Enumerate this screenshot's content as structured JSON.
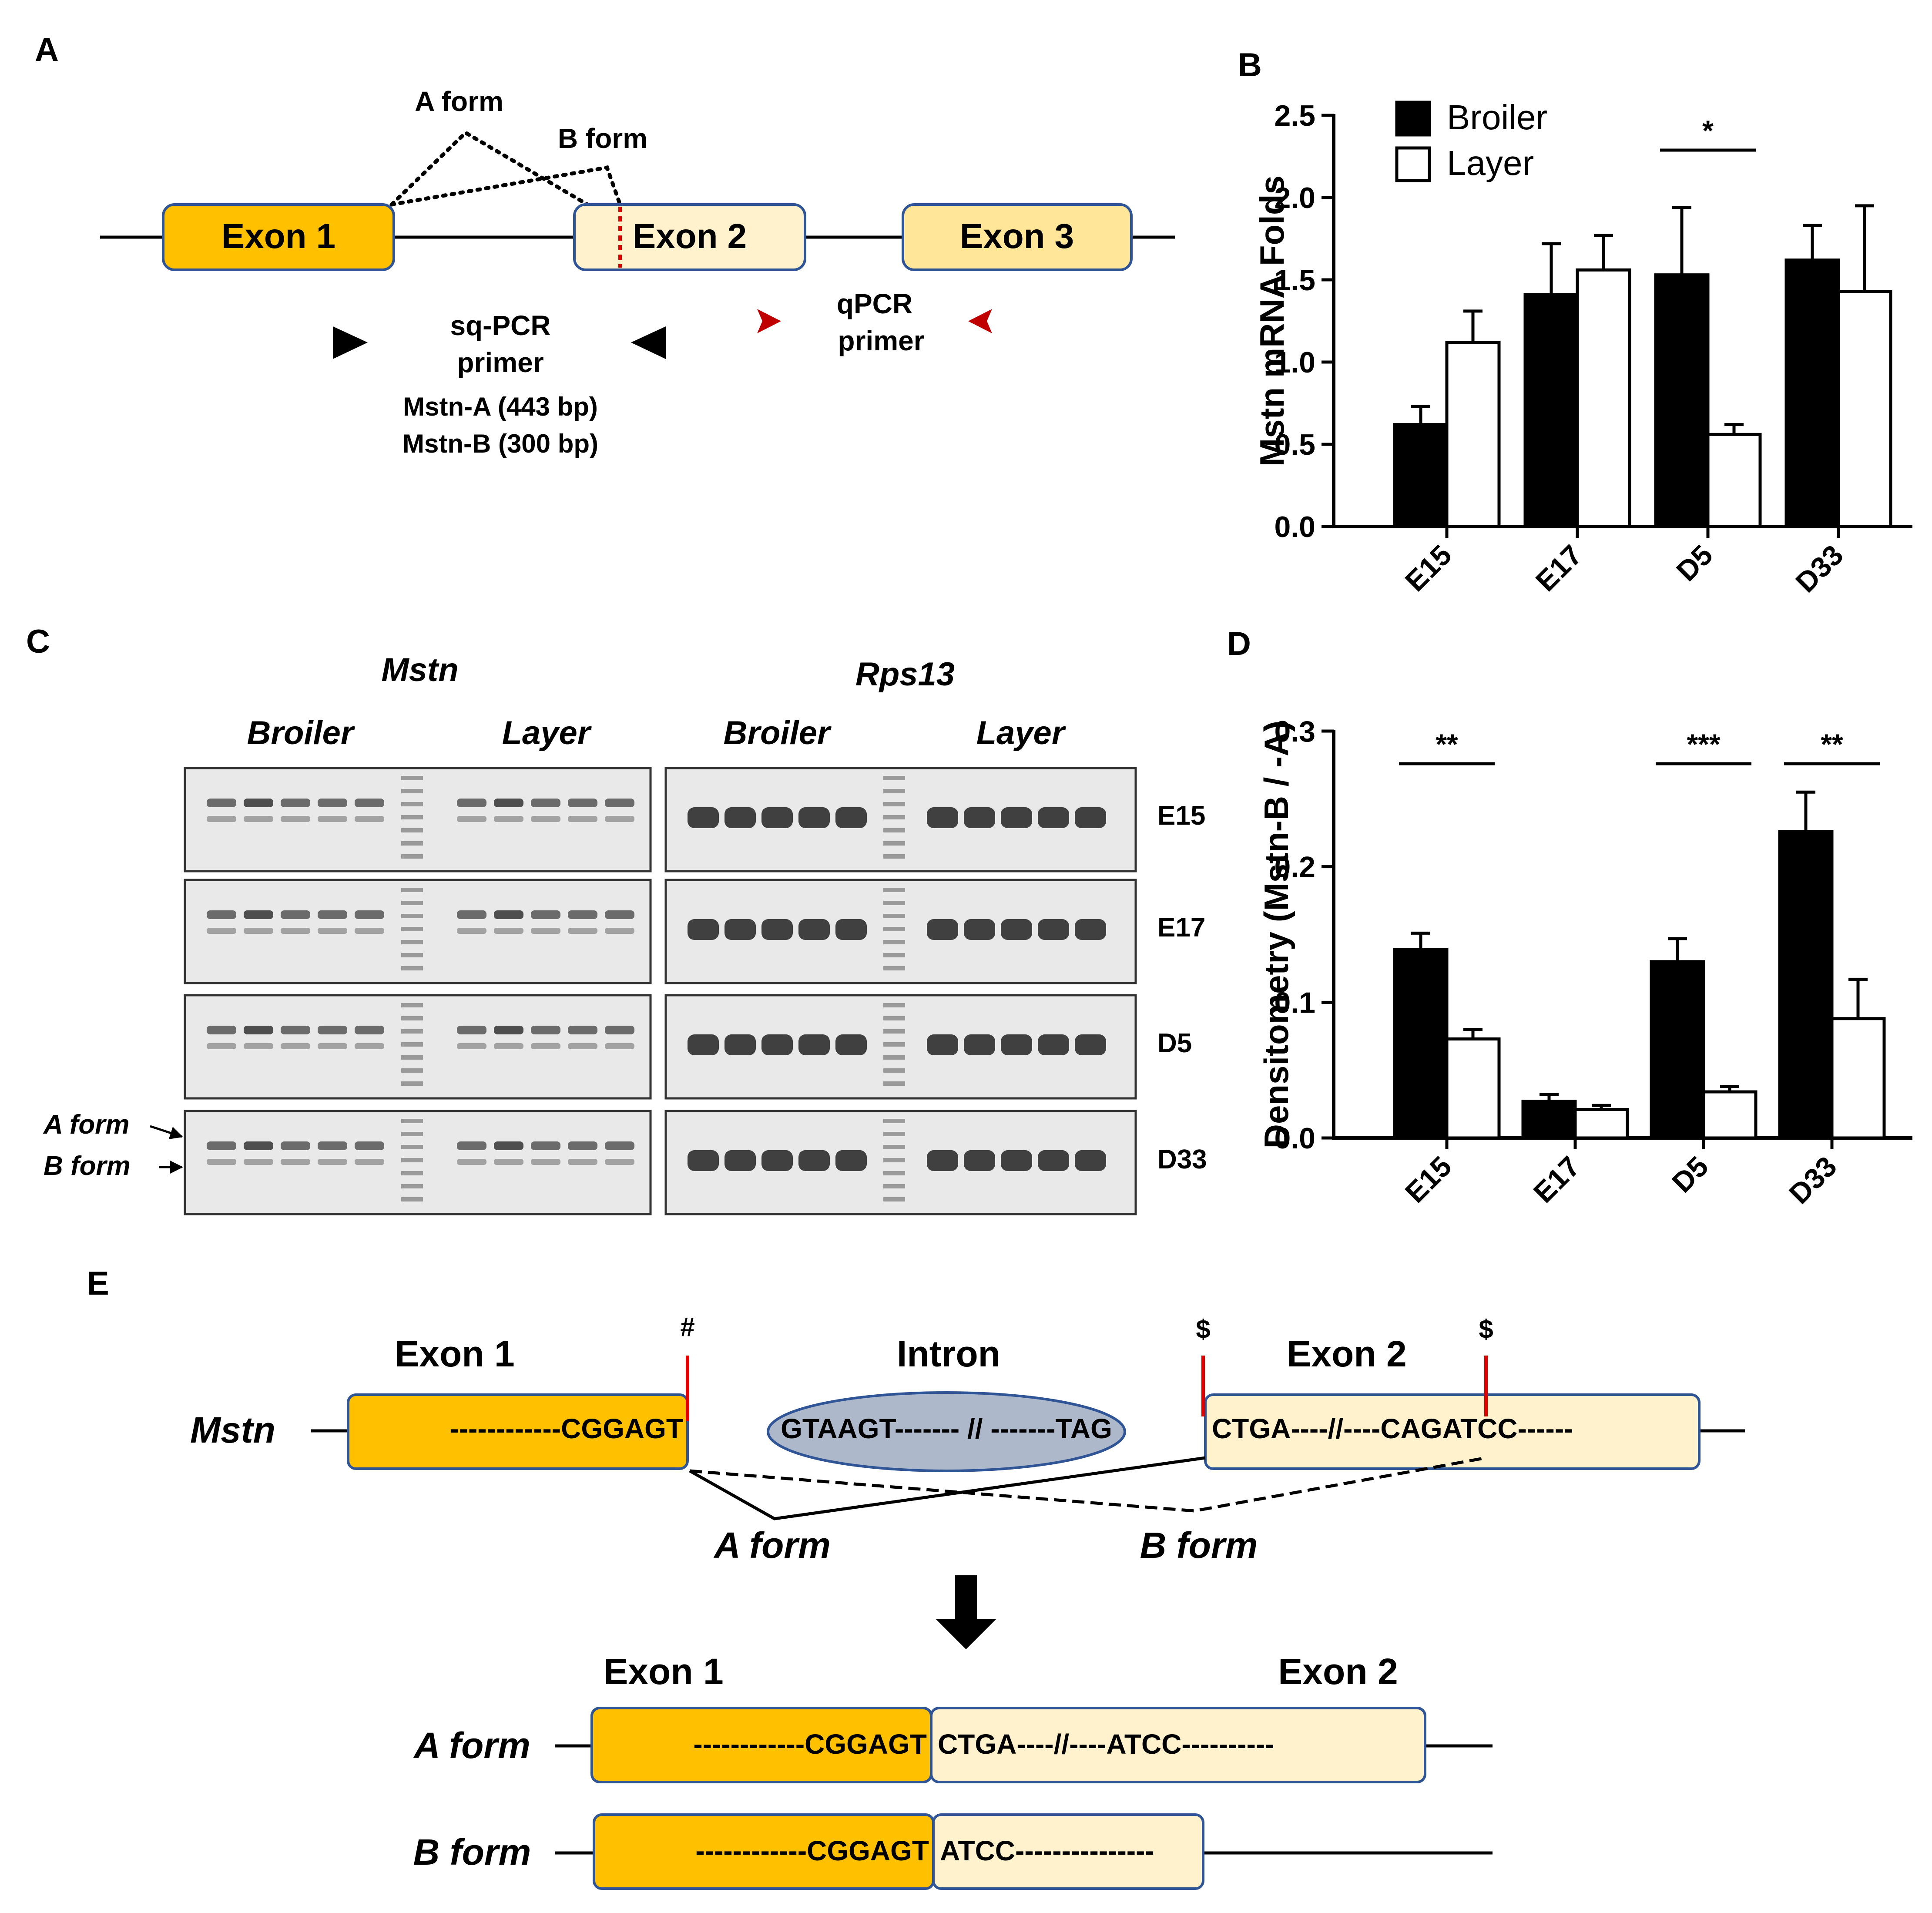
{
  "panel_labels": {
    "a": "A",
    "b": "B",
    "c": "C",
    "d": "D",
    "e": "E"
  },
  "panel_a": {
    "exon1": "Exon 1",
    "exon2": "Exon 2",
    "exon3": "Exon 3",
    "a_form": "A form",
    "b_form": "B form",
    "sq_line1": "sq-PCR",
    "sq_line2": "primer",
    "mstn_a": "Mstn-A (443 bp)",
    "mstn_b": "Mstn-B (300 bp)",
    "q_line1": "qPCR",
    "q_line2": "primer"
  },
  "panel_c": {
    "mstn": "Mstn",
    "rps13": "Rps13",
    "broiler": "Broiler",
    "layer": "Layer",
    "rows": [
      "E15",
      "E17",
      "D5",
      "D33"
    ],
    "a_form": "A form",
    "b_form": "B form"
  },
  "panel_e": {
    "exon1": "Exon 1",
    "intron": "Intron",
    "exon2": "Exon 2",
    "mstn": "Mstn",
    "hash": "#",
    "dollar1": "$",
    "dollar2": "$",
    "exon1_seq": "------------CGGAGT",
    "intron_seq": "GTAAGT-------  //  -------TAG",
    "exon2_seq": "CTGA----//----CAGATCC------",
    "a_form": "A form",
    "b_form": "B form",
    "res_exon1": "Exon 1",
    "res_exon2": "Exon 2",
    "res_a_label": "A form",
    "res_b_label": "B form",
    "res_a_exon1": "------------CGGAGT",
    "res_a_exon2": "CTGA----//----ATCC----------",
    "res_b_exon1": "------------CGGAGT",
    "res_b_exon2": "ATCC---------------"
  },
  "colors": {
    "exon_orange": "#FFC000",
    "exon_cream": "#FFF2CC",
    "exon3_yellow": "#FFE699",
    "intron_gray": "#ADB9CA",
    "outline_blue": "#2F5597",
    "primer_red": "#C00000",
    "splice_red": "#E00000"
  },
  "chart_data": [
    {
      "type": "bar",
      "panel": "B",
      "categories": [
        "E15",
        "E17",
        "D5",
        "D33"
      ],
      "series": [
        {
          "name": "Broiler",
          "values": [
            0.62,
            1.41,
            1.53,
            1.62
          ],
          "errors": [
            0.11,
            0.31,
            0.41,
            0.21
          ]
        },
        {
          "name": "Layer",
          "values": [
            1.12,
            1.56,
            0.56,
            1.43
          ],
          "errors": [
            0.19,
            0.21,
            0.06,
            0.52
          ]
        }
      ],
      "ylabel": "Mstn mRNA Folds",
      "ylim": [
        0,
        2.5
      ],
      "yticks": [
        "0.0",
        "0.5",
        "1.0",
        "1.5",
        "2.0",
        "2.5"
      ],
      "significance": [
        {
          "category": "D5",
          "label": "*"
        }
      ],
      "legend": "top-left",
      "grid": false
    },
    {
      "type": "bar",
      "panel": "D",
      "categories": [
        "E15",
        "E17",
        "D5",
        "D33"
      ],
      "series": [
        {
          "name": "Broiler",
          "values": [
            0.139,
            0.027,
            0.13,
            0.226
          ],
          "errors": [
            0.012,
            0.005,
            0.017,
            0.029
          ]
        },
        {
          "name": "Layer",
          "values": [
            0.073,
            0.021,
            0.034,
            0.088
          ],
          "errors": [
            0.007,
            0.003,
            0.004,
            0.029
          ]
        }
      ],
      "ylabel": "Densitometry (Mstn-B / -A)",
      "ylim": [
        0,
        0.3
      ],
      "yticks": [
        "0.0",
        "0.1",
        "0.2",
        "0.3"
      ],
      "significance": [
        {
          "category": "E15",
          "label": "**"
        },
        {
          "category": "D5",
          "label": "***"
        },
        {
          "category": "D33",
          "label": "**"
        }
      ],
      "grid": false
    }
  ]
}
